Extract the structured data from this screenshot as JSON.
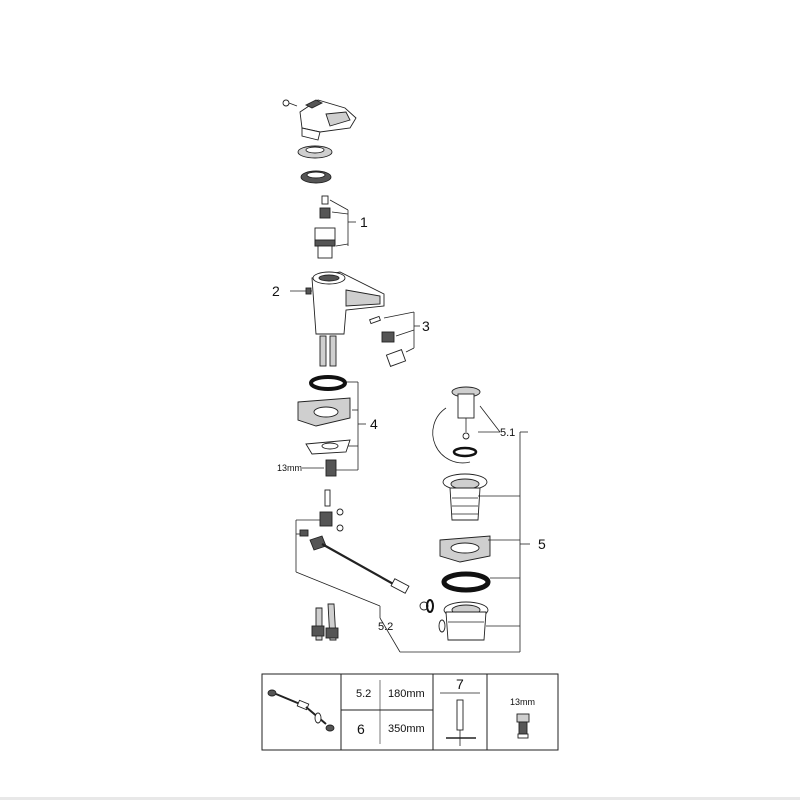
{
  "callouts": {
    "c1": "1",
    "c2": "2",
    "c3": "3",
    "c4": "4",
    "c5": "5",
    "c5_1": "5.1",
    "c5_2": "5.2",
    "wrench_size": "13mm"
  },
  "table": {
    "row1_label": "5.2",
    "row1_value": "180mm",
    "row2_label": "6",
    "row2_value": "350mm",
    "tool_label": "7",
    "nut_size": "13mm"
  }
}
